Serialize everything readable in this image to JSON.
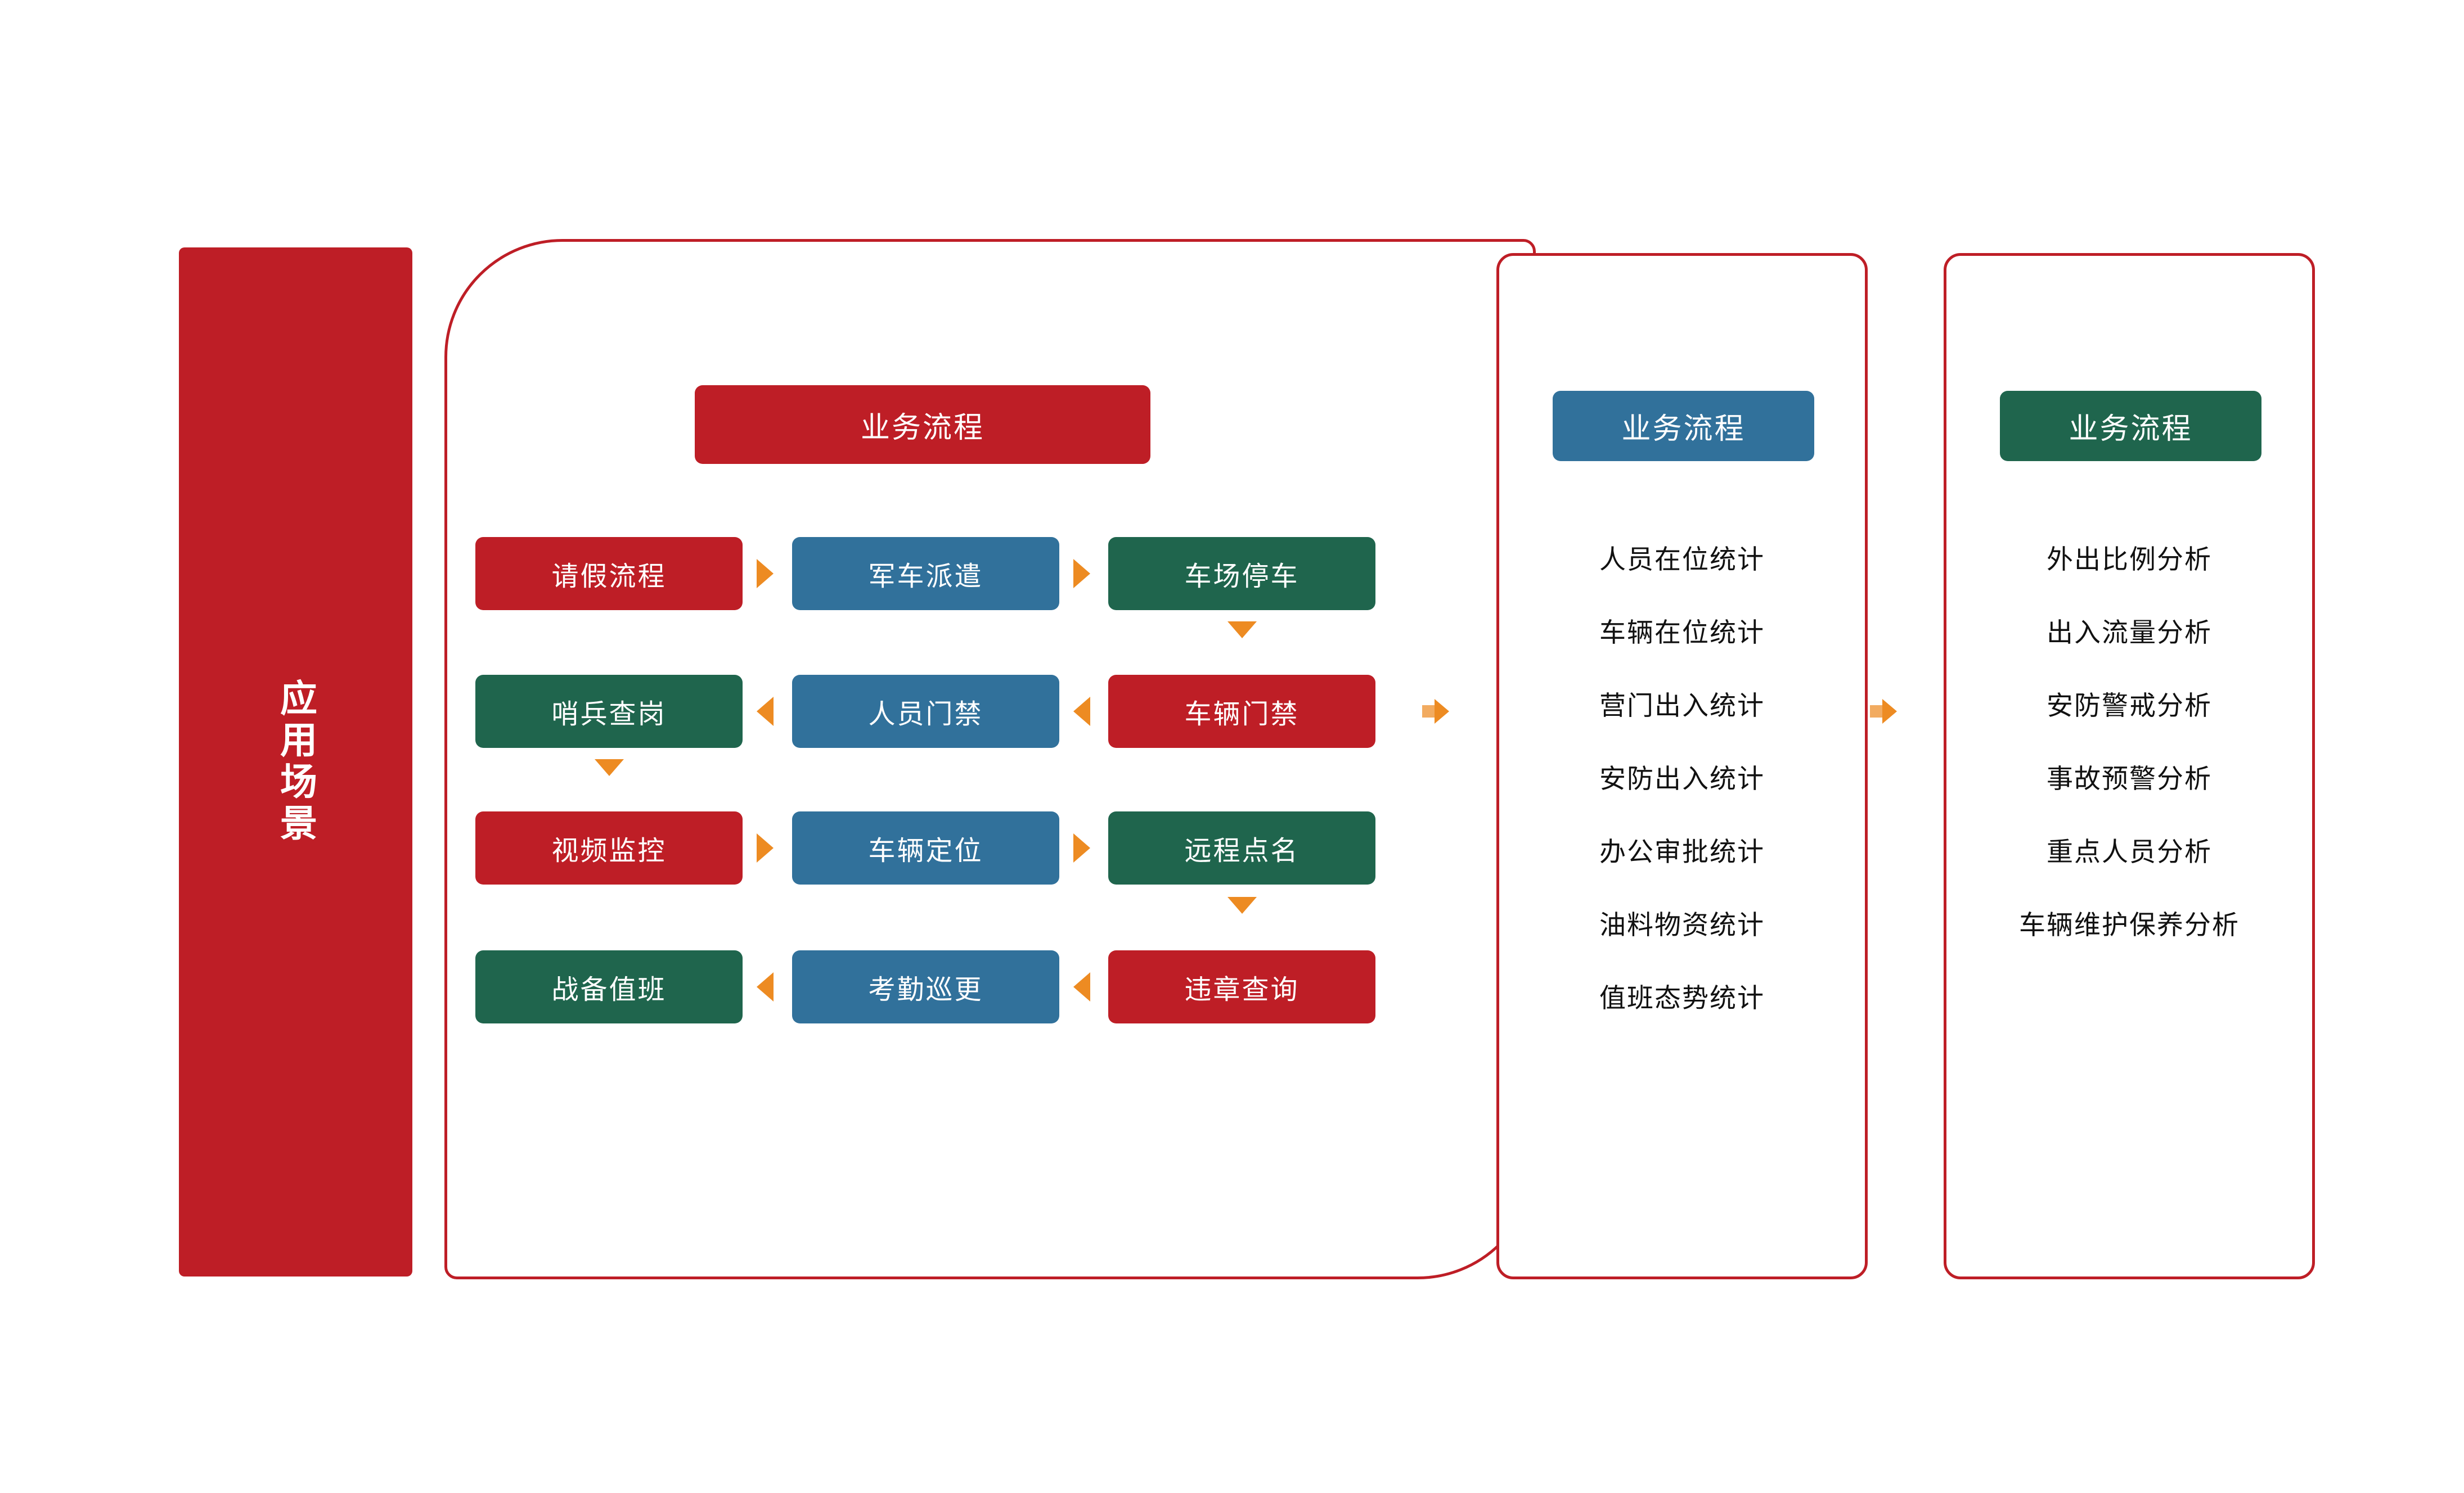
{
  "diagram": {
    "scenario_bar": {
      "label": "应用场景"
    },
    "panels": {
      "process": {
        "header": "业务流程",
        "header_color": "#be1e26",
        "rows": [
          {
            "direction": "right",
            "boxes": [
              {
                "label": "请假流程",
                "color": "#be1e26"
              },
              {
                "label": "军车派遣",
                "color": "#31719b"
              },
              {
                "label": "车场停车",
                "color": "#1f654d"
              }
            ]
          },
          {
            "direction": "left",
            "boxes": [
              {
                "label": "哨兵查岗",
                "color": "#1f654d"
              },
              {
                "label": "人员门禁",
                "color": "#31719b"
              },
              {
                "label": "车辆门禁",
                "color": "#be1e26"
              }
            ]
          },
          {
            "direction": "right",
            "boxes": [
              {
                "label": "视频监控",
                "color": "#be1e26"
              },
              {
                "label": "车辆定位",
                "color": "#31719b"
              },
              {
                "label": "远程点名",
                "color": "#1f654d"
              }
            ]
          },
          {
            "direction": "left",
            "boxes": [
              {
                "label": "战备值班",
                "color": "#1f654d"
              },
              {
                "label": "考勤巡更",
                "color": "#31719b"
              },
              {
                "label": "违章查询",
                "color": "#be1e26"
              }
            ]
          }
        ]
      },
      "statistics": {
        "header": "业务流程",
        "header_color": "#31719b",
        "items": [
          "人员在位统计",
          "车辆在位统计",
          "营门出入统计",
          "安防出入统计",
          "办公审批统计",
          "油料物资统计",
          "值班态势统计"
        ]
      },
      "analysis": {
        "header": "业务流程",
        "header_color": "#1f654d",
        "items": [
          "外出比例分析",
          "出入流量分析",
          "安防警戒分析",
          "事故预警分析",
          "重点人员分析",
          "车辆维护保养分析"
        ]
      }
    },
    "connectors": {
      "process_to_statistics": "arrow-right-icon",
      "statistics_to_analysis": "arrow-right-icon"
    },
    "colors": {
      "red": "#be1e26",
      "blue": "#31719b",
      "green": "#1f654d",
      "orange": "#ed8b22",
      "background": "#ffffff"
    }
  }
}
